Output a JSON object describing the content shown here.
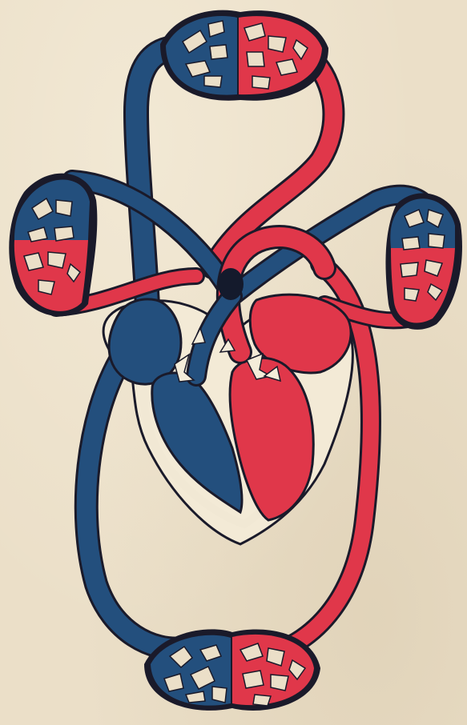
{
  "figure": {
    "subject": "circulatory-system-schematic",
    "colors": {
      "deoxygenated": "#234f7d",
      "oxygenated": "#e0374a",
      "outline": "#1a1a2a",
      "paper": "#ebdfc8",
      "septum": "#f1e8d4"
    },
    "parts": [
      "upper-capillary-bed",
      "left-lung-capillary-bed",
      "right-lung-capillary-bed",
      "lower-capillary-bed",
      "heart",
      "right-atrium",
      "right-ventricle",
      "left-atrium",
      "left-ventricle",
      "aorta",
      "vena-cava",
      "pulmonary-artery",
      "pulmonary-veins"
    ]
  }
}
